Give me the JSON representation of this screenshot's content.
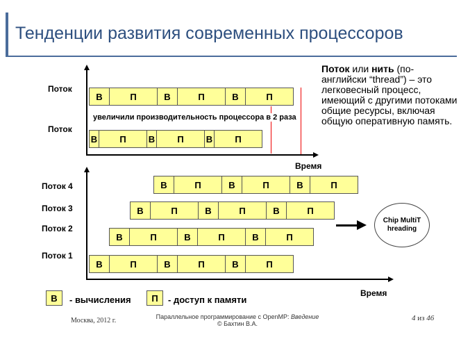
{
  "title": "Тенденции развития современных процессоров",
  "description": {
    "bold1": "Поток",
    "mid1": " или ",
    "bold2": "нить",
    "rest": " (по-английски “thread”) – это легковесный процесс, имеющий с другими потоками общие ресурсы, включая общую оперативную память."
  },
  "top_diagram": {
    "row1_label": "Поток",
    "row2_label": "Поток",
    "row1": [
      "В",
      "П",
      "В",
      "П",
      "В",
      "П"
    ],
    "row2": [
      "В",
      "П",
      "В",
      "П",
      "В",
      "П"
    ],
    "note": "увеличили производительность процессора в 2 раза",
    "time_label": "Время"
  },
  "bottom_diagram": {
    "rows": [
      {
        "label": "Поток 4",
        "cells": [
          "В",
          "П",
          "В",
          "П",
          "В",
          "П"
        ]
      },
      {
        "label": "Поток 3",
        "cells": [
          "В",
          "П",
          "В",
          "П",
          "В",
          "П"
        ]
      },
      {
        "label": "Поток 2",
        "cells": [
          "В",
          "П",
          "В",
          "П",
          "В",
          "П"
        ]
      },
      {
        "label": "Поток 1",
        "cells": [
          "В",
          "П",
          "В",
          "П",
          "В",
          "П"
        ]
      }
    ],
    "time_label": "Время",
    "chip_label": "Chip MultiThreading"
  },
  "legend": {
    "v_symbol": "В",
    "v_text": "- вычисления",
    "p_symbol": "П",
    "p_text": "- доступ к памяти"
  },
  "footer": {
    "left": "Москва, 2012 г.",
    "center_line1_prefix": "Параллельное программирование с OpenMP: ",
    "center_line1_italic": "Введение",
    "center_line2": "© Бахтин В.А.",
    "page_current": "4",
    "page_sep": " из ",
    "page_total": "46"
  }
}
